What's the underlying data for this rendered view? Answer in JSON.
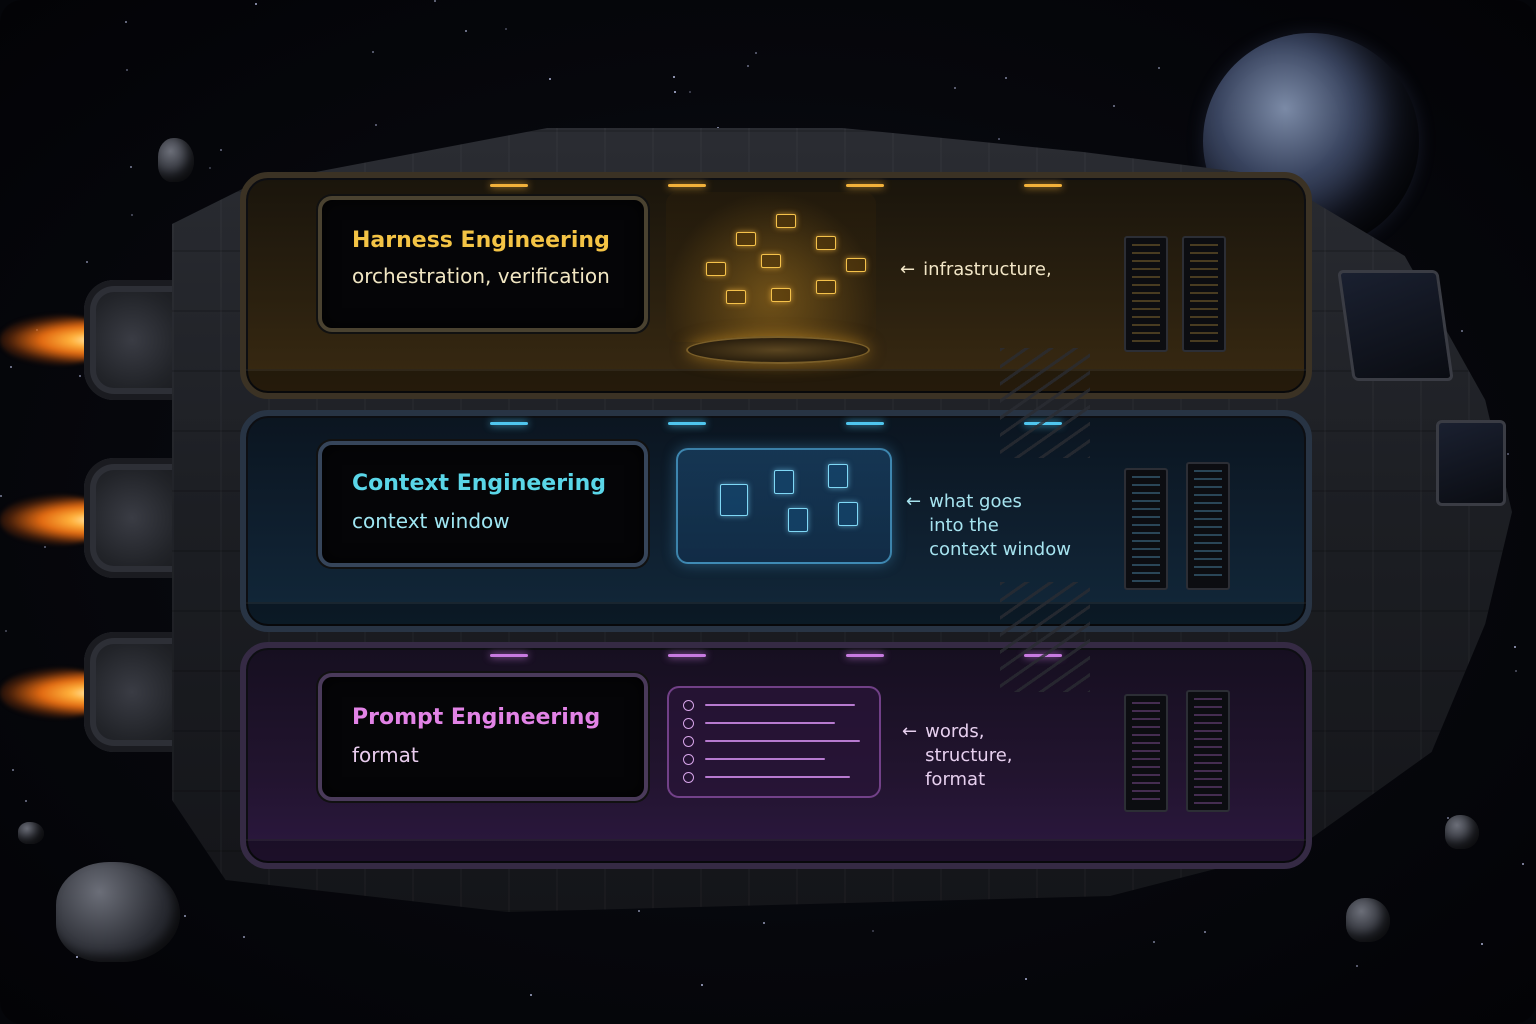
{
  "decks": {
    "harness": {
      "title": "Harness Engineering",
      "subtitle": "orchestration, verification",
      "note_arrow": "←",
      "note_lines": [
        "infrastructure,"
      ]
    },
    "context": {
      "title": "Context Engineering",
      "subtitle": "context window",
      "note_arrow": "←",
      "note_lines": [
        "what goes",
        "into the",
        "context window"
      ]
    },
    "prompt": {
      "title": "Prompt Engineering",
      "subtitle": "format",
      "note_arrow": "←",
      "note_lines": [
        "words,",
        "structure,",
        "format"
      ]
    }
  },
  "icons": {
    "engines": "engine-thruster-icon",
    "planet": "planet-icon",
    "asteroid": "asteroid-icon",
    "workflow": "workflow-diagram-icon",
    "documents": "document-network-icon",
    "prompt_list": "prompt-list-icon"
  },
  "colors": {
    "harness_accent": "#f4c445",
    "context_accent": "#5ad6e8",
    "prompt_accent": "#e283e6",
    "background": "#05060a"
  }
}
